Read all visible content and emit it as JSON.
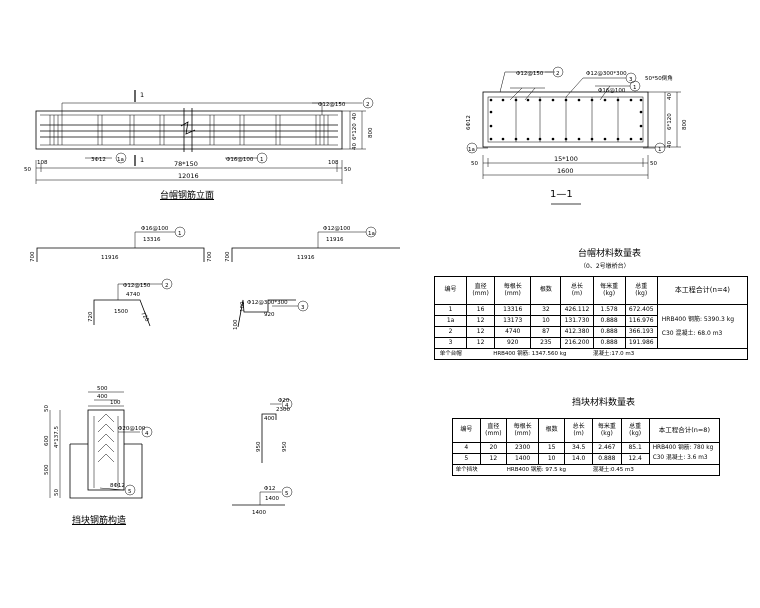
{
  "elevation": {
    "title": "台帽钢筋立面",
    "cut_mark": "1",
    "top_bar": "Φ12@150",
    "top_bar_no": "2",
    "stirrup_note": "Φ16@100",
    "stirrup_no": "1",
    "bot_bar": "3Φ12",
    "bot_bar_no": "1a",
    "dim_total": "12016",
    "dim_spacing": "78*150",
    "dim_left_a": "50",
    "dim_left_b": "108",
    "dim_right_a": "108",
    "dim_right_b": "50",
    "dim_side_a": "40",
    "dim_side_b": "6*120",
    "dim_side_c": "40",
    "dim_side_total": "800"
  },
  "section": {
    "title": "1—1",
    "bar_top": "Φ12@150",
    "bar_top_no": "2",
    "stirrup": "Φ12@300*300",
    "stirrup_no": "3",
    "chamfer": "50*50倒角",
    "bar_mid": "Φ16@100",
    "bar_mid_no": "1",
    "left_label": "6Φ12",
    "bar_1a": "1a",
    "dim_spacing": "15*100",
    "dim_total": "1600",
    "dim_left": "50",
    "dim_right": "50",
    "dim_r1": "40",
    "dim_r2": "6*120",
    "dim_r3": "40",
    "dim_r_total": "800"
  },
  "bar1": {
    "note": "Φ16@100",
    "len": "13316",
    "no": "1",
    "span": "11916",
    "leg_l": "700",
    "leg_r": "700"
  },
  "bar1a": {
    "note": "Φ12@100",
    "len": "11916",
    "no": "1a",
    "span": "11916",
    "leg_l": "700"
  },
  "bar2": {
    "note": "Φ12@150",
    "len": "4740",
    "no": "2",
    "span": "1500",
    "leg_l": "720",
    "leg_r": "720"
  },
  "bar3": {
    "note": "Φ12@300*300",
    "no": "3",
    "span": "920",
    "leg": "100",
    "leg2": "100"
  },
  "block": {
    "title": "挡块钢筋构造",
    "w1": "500",
    "w2": "400",
    "w3": "100",
    "h1": "50",
    "h2": "600",
    "h3": "4*137.5",
    "h4": "500",
    "h5": "50",
    "bar4": "Φ20@100",
    "bar4_no": "4",
    "bar5": "8Φ12",
    "bar5_no": "5"
  },
  "bar4": {
    "note": "Φ20",
    "len": "2300",
    "no": "4",
    "top": "400",
    "h1": "950",
    "h2": "950"
  },
  "bar5": {
    "note": "Φ12",
    "len": "1400",
    "no": "5",
    "span": "1400"
  },
  "table1": {
    "title": "台帽材料数量表",
    "subtitle": "（0、2号墩桥台）",
    "headers": [
      "编号",
      "直径\n(mm)",
      "每根长\n(mm)",
      "根数",
      "总长\n(m)",
      "每米重\n(kg)",
      "总重\n(kg)",
      "本工程合计(n=4)"
    ],
    "rows": [
      [
        "1",
        "16",
        "13316",
        "32",
        "426.112",
        "1.578",
        "672.405"
      ],
      [
        "1a",
        "12",
        "13173",
        "10",
        "131.730",
        "0.888",
        "116.976"
      ],
      [
        "2",
        "12",
        "4740",
        "87",
        "412.380",
        "0.888",
        "366.193"
      ],
      [
        "3",
        "12",
        "920",
        "235",
        "216.200",
        "0.888",
        "191.986"
      ]
    ],
    "total_a": "HRB400 钢筋: 5390.3 kg",
    "total_b": "C30 混凝土: 68.0 m3",
    "footer_label": "单个台帽",
    "footer_steel": "HRB400  钢筋: 1347.560 kg",
    "footer_conc": "混凝土:17.0 m3"
  },
  "table2": {
    "title": "挡块材料数量表",
    "headers": [
      "编号",
      "直径\n(mm)",
      "每根长\n(mm)",
      "根数",
      "总长\n(m)",
      "每米重\n(kg)",
      "总重\n(kg)",
      "本工程合计(n=8)"
    ],
    "rows": [
      [
        "4",
        "20",
        "2300",
        "15",
        "34.5",
        "2.467",
        "85.1"
      ],
      [
        "5",
        "12",
        "1400",
        "10",
        "14.0",
        "0.888",
        "12.4"
      ]
    ],
    "total_a": "HRB400 钢筋: 780 kg",
    "total_b": "C30 混凝土: 3.6 m3",
    "footer_label": "单个挡块",
    "footer_steel": "HRB400 钢筋:  97.5 kg",
    "footer_conc": "混凝土:0.45 m3"
  }
}
